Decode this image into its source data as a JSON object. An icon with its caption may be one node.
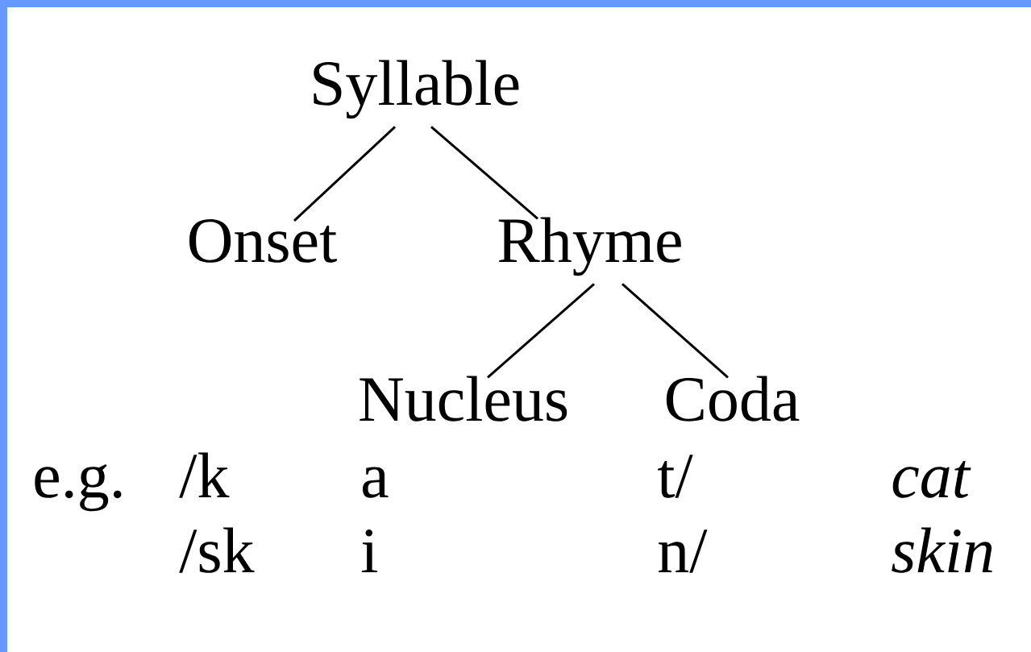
{
  "diagram": {
    "nodes": [
      {
        "text": [
          "Syllable"
        ]
      },
      {
        "text": [
          "Onset"
        ]
      },
      {
        "text": [
          "Rhyme"
        ]
      },
      {
        "text": [
          "Nucleus"
        ]
      },
      {
        "text": [
          "Coda"
        ]
      }
    ],
    "edges": [
      {
        "from": 0,
        "to": 1,
        "arrow": "none"
      },
      {
        "from": 0,
        "to": 2,
        "arrow": "none"
      },
      {
        "from": 2,
        "to": 3,
        "arrow": "none"
      },
      {
        "from": 2,
        "to": 4,
        "arrow": "none"
      }
    ],
    "labels": [
      "e.g.",
      "/k",
      "a",
      "t/",
      "cat",
      "/sk",
      "i",
      "n/",
      "skin"
    ]
  }
}
